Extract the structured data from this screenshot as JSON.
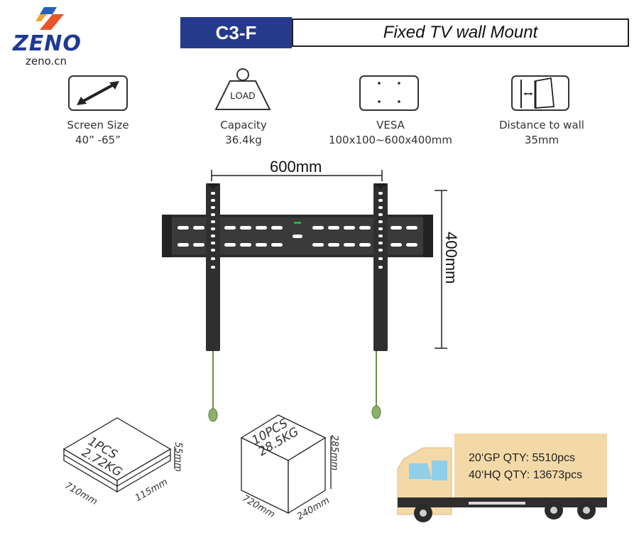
{
  "brand": {
    "name": "ZENO",
    "url": "zeno.cn",
    "color": "#1f3a93"
  },
  "header": {
    "model": "C3-F",
    "title": "Fixed TV wall Mount",
    "accent": "#263a8c"
  },
  "specs": [
    {
      "label": "Screen Size",
      "value": "40”  -65”",
      "icon": "diagonal-arrow-screen-icon"
    },
    {
      "label": "Capacity",
      "value": "36.4kg",
      "icon": "load-weight-icon",
      "icon_text": "LOAD"
    },
    {
      "label": "VESA",
      "value": "100x100~600x400mm",
      "icon": "vesa-holes-icon"
    },
    {
      "label": "Distance to wall",
      "value": "35mm",
      "icon": "wall-distance-icon"
    }
  ],
  "product": {
    "width_label": "600mm",
    "height_label": "400mm"
  },
  "packages": [
    {
      "qty": "1PCS",
      "weight": "2.72KG",
      "length": "710mm",
      "width": "115mm",
      "height": "55mm"
    },
    {
      "qty": "10PCS",
      "weight": "28.5KG",
      "length": "720mm",
      "width": "240mm",
      "height": "285mm"
    }
  ],
  "shipping": {
    "gp20": "20‘GP QTY:  5510pcs",
    "hq40": "40‘HQ QTY:  13673pcs"
  }
}
